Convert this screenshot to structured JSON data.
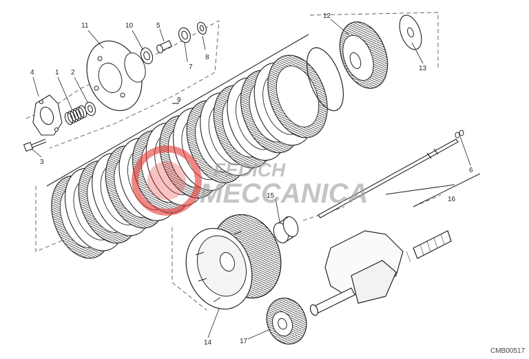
{
  "diagram": {
    "drawing_code": "CMB00517",
    "callouts": [
      "1",
      "2",
      "3",
      "4",
      "5",
      "6",
      "7",
      "8",
      "9",
      "10",
      "11",
      "12",
      "13",
      "14",
      "15",
      "16",
      "17"
    ]
  },
  "watermark": {
    "line1": "FEDICH",
    "line2": "MECCANICA",
    "color_red": "#e53935",
    "color_gray": "#9e9e9e"
  },
  "colors": {
    "line": "#222222",
    "dash": "#555555"
  }
}
